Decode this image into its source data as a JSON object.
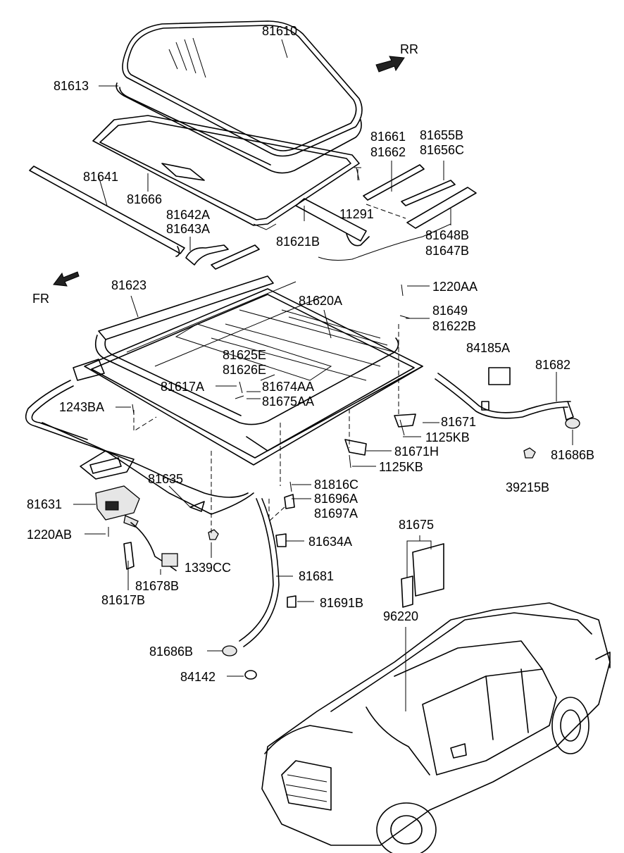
{
  "directions": {
    "rear": "RR",
    "front": "FR"
  },
  "callouts": [
    "81610",
    "81613",
    "81641",
    "81666",
    "81642A",
    "81643A",
    "81621B",
    "11291",
    "81661",
    "81662",
    "81655B",
    "81656C",
    "81648B",
    "81647B",
    "81623",
    "81620A",
    "1220AA",
    "81649",
    "81622B",
    "81625E",
    "81626E",
    "81617A",
    "81674AA",
    "81675AA",
    "1243BA",
    "84185A",
    "81682",
    "81671",
    "1125KB",
    "81671H",
    "1125KB",
    "81686B",
    "39215B",
    "81635",
    "81631",
    "81816C",
    "81696A",
    "81697A",
    "1220AB",
    "81634A",
    "1339CC",
    "81678B",
    "81617B",
    "81681",
    "81691B",
    "81675",
    "96220",
    "81686B",
    "84142"
  ],
  "icons": {
    "rear_arrow": "arrow-up-right-icon",
    "front_arrow": "arrow-down-left-icon"
  }
}
